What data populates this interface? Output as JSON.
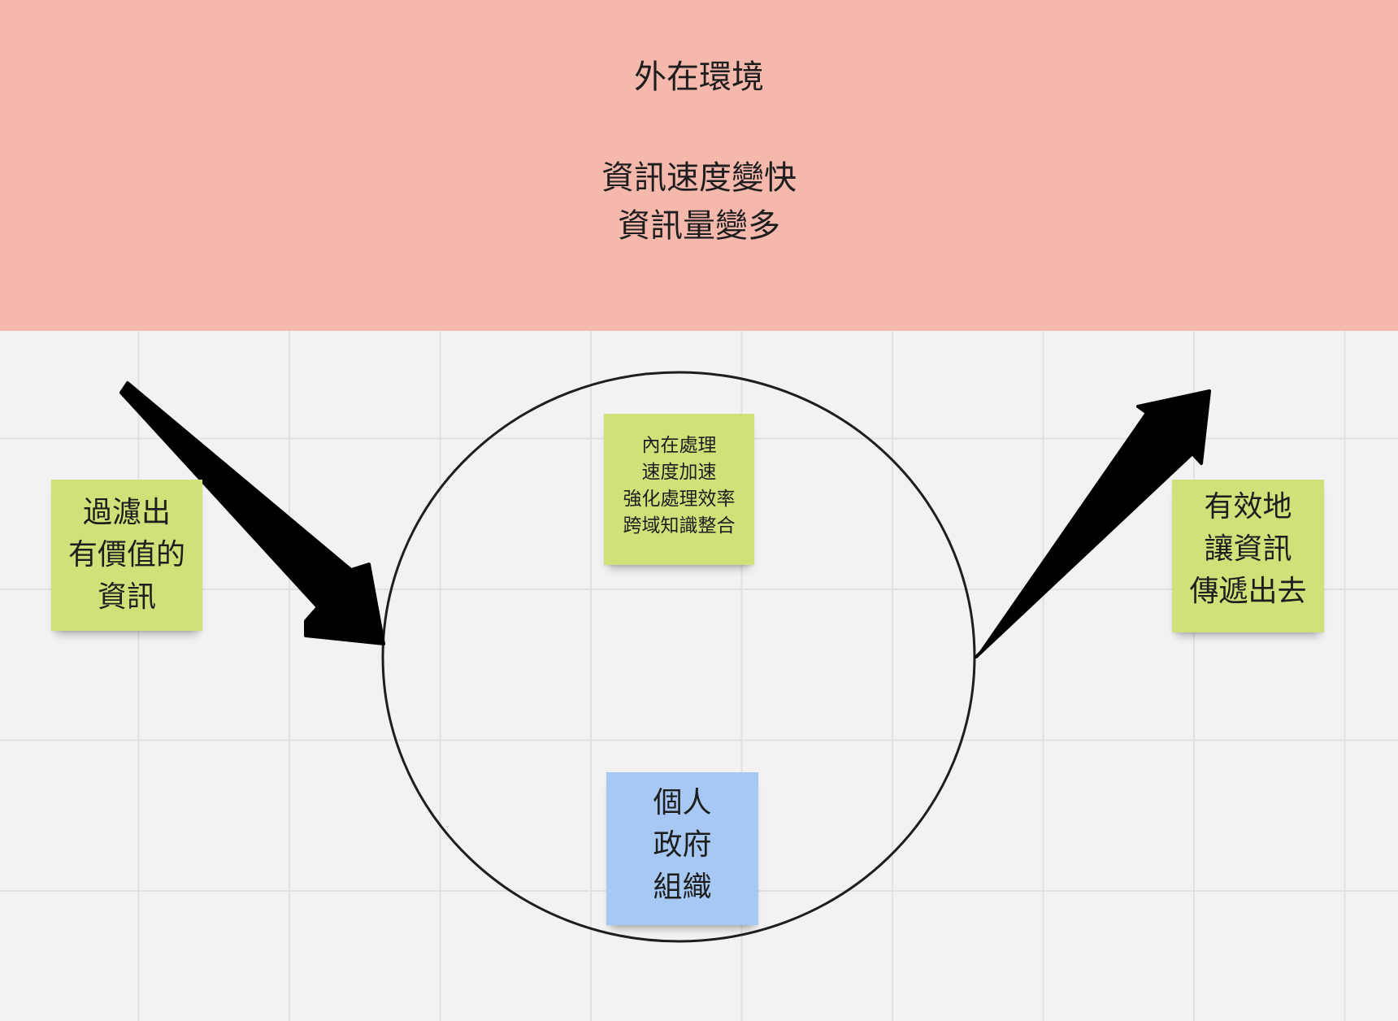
{
  "frame": {
    "title": "外在環境",
    "lines": [
      "資訊速度變快",
      "資訊量變多"
    ],
    "color": "#f4b8ad"
  },
  "notes": {
    "filter": {
      "lines": [
        "過濾出",
        "有價值的",
        "資訊"
      ],
      "color": "#d0e17a"
    },
    "internal": {
      "lines": [
        "內在處理",
        "速度加速",
        "強化處理效率",
        "跨域知識整合"
      ],
      "color": "#d0e17a"
    },
    "entities": {
      "lines": [
        "個人",
        "政府",
        "組織"
      ],
      "color": "#a7c8f2"
    },
    "share": {
      "lines": [
        "有效地",
        "讓資訊",
        "傳遞出去"
      ],
      "color": "#d0e17a"
    }
  },
  "canvas": {
    "background": "#f2f2f2",
    "grid": true
  }
}
